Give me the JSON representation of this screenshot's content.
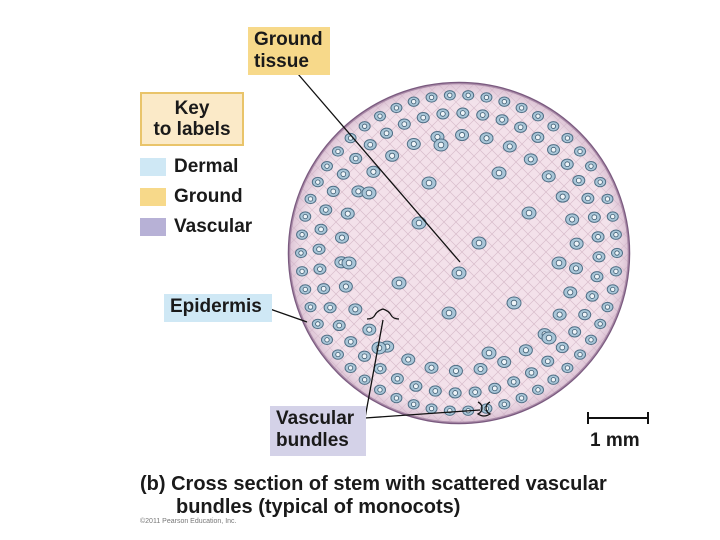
{
  "labels": {
    "ground_tissue": [
      "Ground",
      "tissue"
    ],
    "epidermis": "Epidermis",
    "vascular_bundles": [
      "Vascular",
      "bundles"
    ]
  },
  "key": {
    "title": [
      "Key",
      "to labels"
    ],
    "items": [
      {
        "label": "Dermal",
        "color": "#cfe8f5"
      },
      {
        "label": "Ground",
        "color": "#f7d98a"
      },
      {
        "label": "Vascular",
        "color": "#b7b1d6"
      }
    ]
  },
  "scale_bar": "1 mm",
  "caption": {
    "line1": "(b) Cross section of stem with scattered vascular",
    "line2": "bundles (typical of monocots)"
  },
  "copyright": "©2011 Pearson Education, Inc.",
  "colors": {
    "ground_box": "#f7d98a",
    "dermal_box": "#cfe8f5",
    "vascular_box": "#d4d2e8",
    "stem_fill": "#f3e1ea",
    "stem_edge": "#7a5a7f",
    "bundle": "#8fb2c9"
  }
}
